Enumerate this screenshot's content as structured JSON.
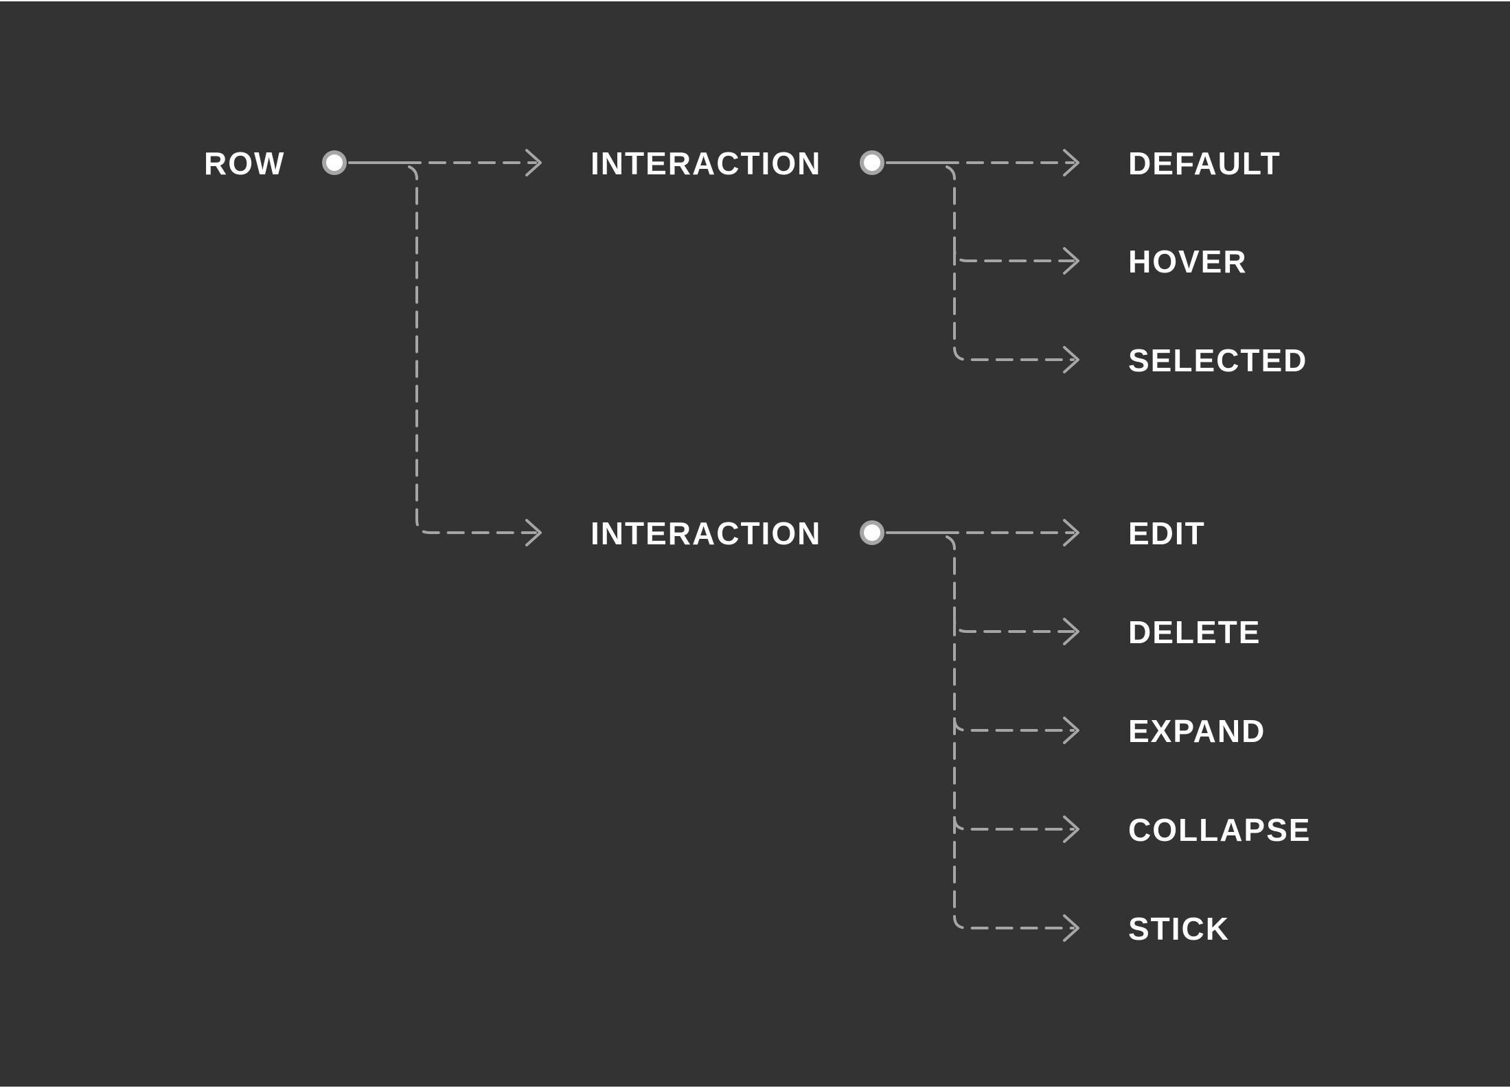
{
  "diagram": {
    "root": {
      "label": "ROW"
    },
    "groups": [
      {
        "label": "INTERACTION",
        "children": [
          "DEFAULT",
          "HOVER",
          "SELECTED"
        ]
      },
      {
        "label": "INTERACTION",
        "children": [
          "EDIT",
          "DELETE",
          "EXPAND",
          "COLLAPSE",
          "STICK"
        ]
      }
    ]
  },
  "colors": {
    "background": "#333333",
    "text": "#ffffff",
    "connector": "#a6a6a6",
    "node_fill": "#ffffff"
  }
}
